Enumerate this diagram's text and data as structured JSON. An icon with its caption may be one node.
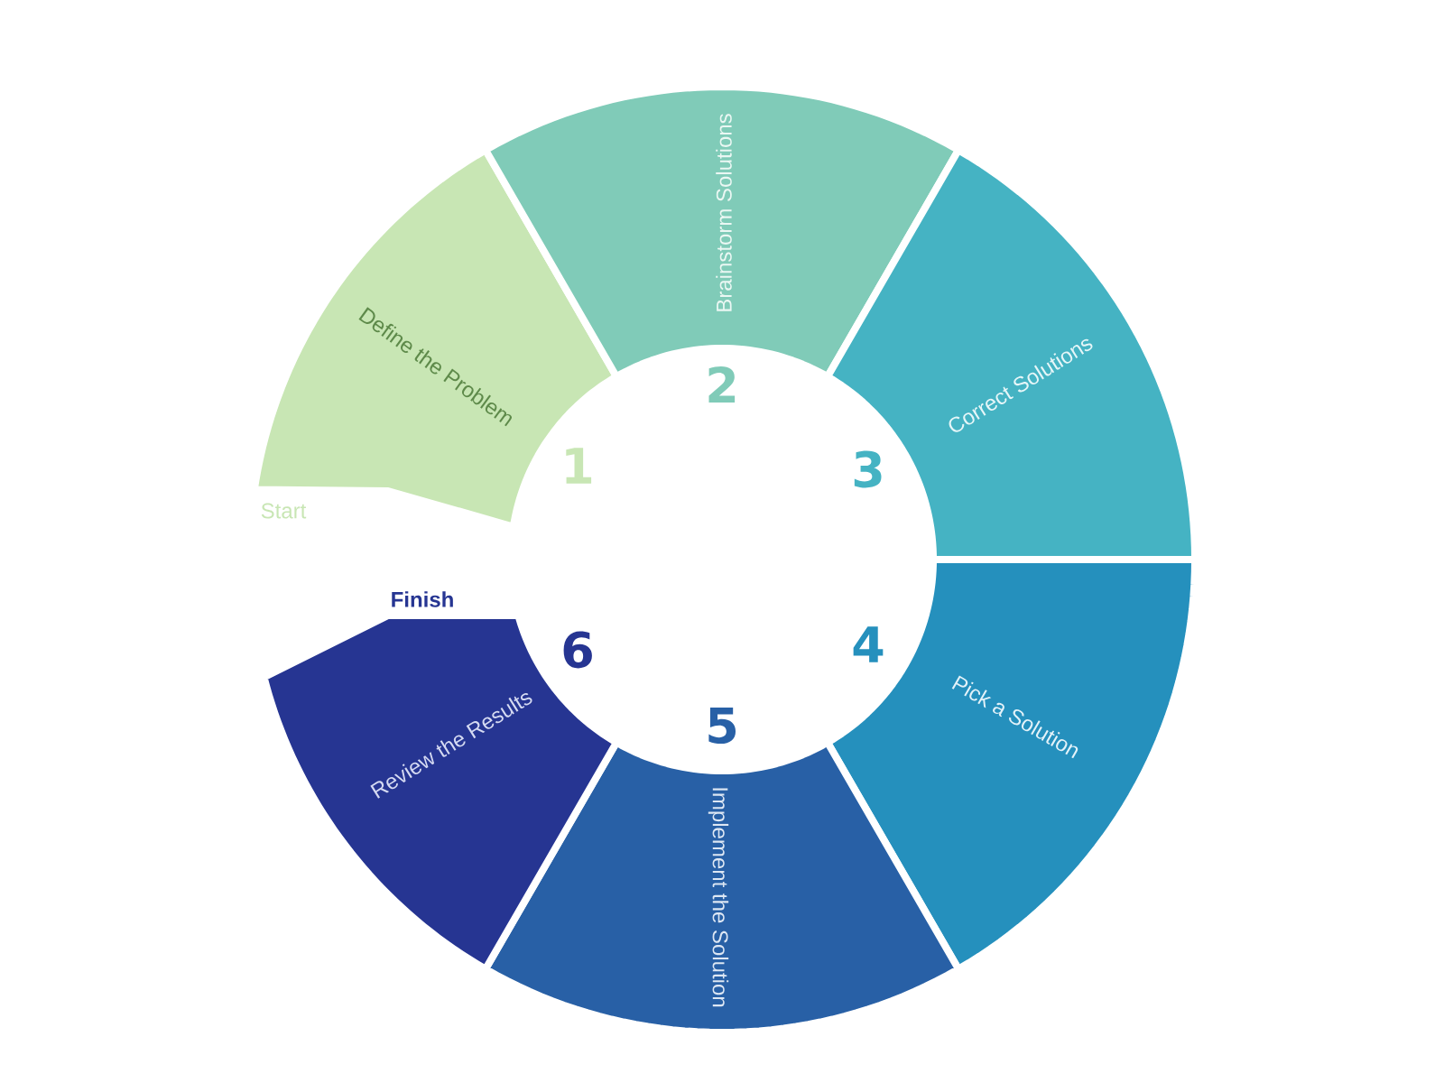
{
  "diagram": {
    "nodes": [
      {
        "text": [
          "Define the Problem"
        ],
        "beside": [
          "1"
        ]
      },
      {
        "text": [
          "Brainstorm Solutions"
        ],
        "beside": [
          "2"
        ]
      },
      {
        "text": [
          "Correct Solutions"
        ],
        "beside": [
          "3"
        ]
      },
      {
        "text": [
          "Pick a Solution"
        ],
        "beside": [
          "4"
        ]
      },
      {
        "text": [
          "Implement the Solution"
        ],
        "beside": [
          "5"
        ]
      },
      {
        "text": [
          "Review the Results"
        ],
        "beside": [
          "6"
        ]
      }
    ],
    "labels": [
      "Start",
      "Finish"
    ]
  }
}
